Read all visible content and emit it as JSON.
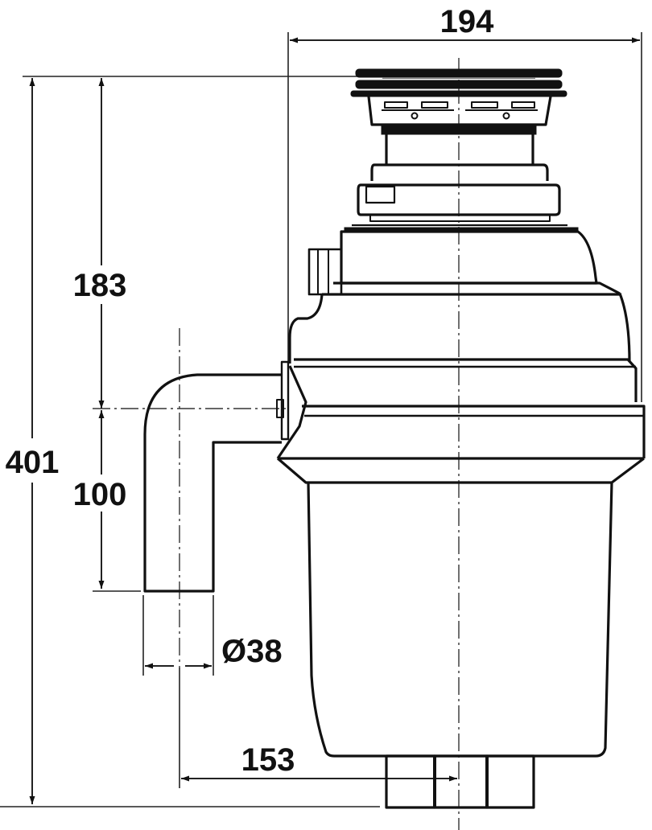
{
  "drawing": {
    "subject": "Food waste disposer dimension drawing",
    "units": "mm",
    "line_color": "#111111",
    "background": "#ffffff"
  },
  "dimensions": {
    "overall_width": "194",
    "overall_height": "401",
    "top_to_outlet_centerline": "183",
    "outlet_centerline_to_pipe_end": "100",
    "outlet_pipe_diameter": "Ø38",
    "pipe_axis_to_unit_axis": "153"
  }
}
